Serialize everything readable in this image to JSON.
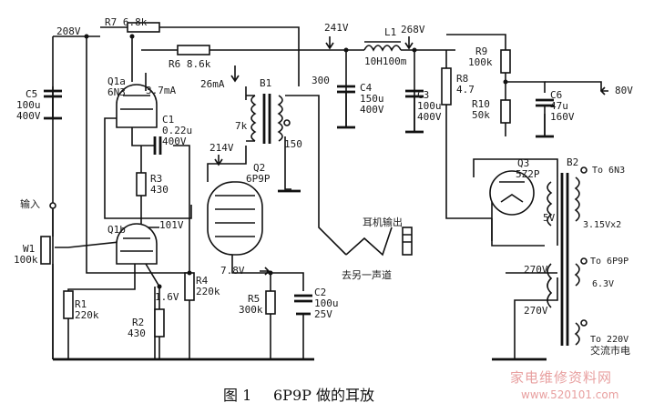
{
  "caption": {
    "fig": "图 1",
    "title": "6P9P 做的耳放"
  },
  "watermark": {
    "cn": "家电维修资料网",
    "url": "www.520101.com"
  },
  "voltages": {
    "v208": "208V",
    "v241": "241V",
    "v268": "268V",
    "v300": "300",
    "v26ma": "26mA",
    "v37ma": "3.7mA",
    "v214": "214V",
    "v101": "101V",
    "v78": "7.8V",
    "v16": "1.6V",
    "v80": "80V"
  },
  "components": {
    "r7": "R7 6.8k",
    "r6": "R6 8.6k",
    "l1": "L1",
    "l1v": "10H100m",
    "r9": "R9",
    "r9v": "100k",
    "r8": "R8",
    "r8v": "4.7",
    "r10": "R10",
    "r10v": "50k",
    "c6": "C6",
    "c6a": "47u",
    "c6b": "160V",
    "c4": "C4",
    "c4a": "150u",
    "c4b": "400V",
    "c3": "C3",
    "c3a": "100u",
    "c3b": "400V",
    "c5": "C5",
    "c5a": "100u",
    "c5b": "400V",
    "q1a": "Q1a",
    "q1a_t": "6N3",
    "c1": "C1",
    "c1a": "0.22u",
    "c1b": "400V",
    "r3": "R3",
    "r3v": "430",
    "b1": "B1",
    "b1_7k": "7k",
    "b1_150": "150",
    "q2": "Q2",
    "q2_t": "6P9P",
    "q1b": "Q1b",
    "w1": "W1",
    "w1v": "100k",
    "input": "输入",
    "r1": "R1",
    "r1v": "220k",
    "r2": "R2",
    "r2v": "430",
    "r4": "R4",
    "r4v": "220k",
    "r5": "R5",
    "r5v": "300k",
    "c2": "C2",
    "c2a": "100u",
    "c2b": "25V",
    "headphone": "耳机输出",
    "other": "去另一声道",
    "q3": "Q3",
    "q3_t": "5Z2P",
    "b2": "B2",
    "v5": "5V",
    "v270a": "270V",
    "v270b": "270V",
    "to6n3": "To 6N3",
    "v315": "3.15Vx2",
    "to6p9p": "To 6P9P",
    "v63": "6.3V",
    "to220": "To 220V",
    "mains": "交流市电"
  }
}
